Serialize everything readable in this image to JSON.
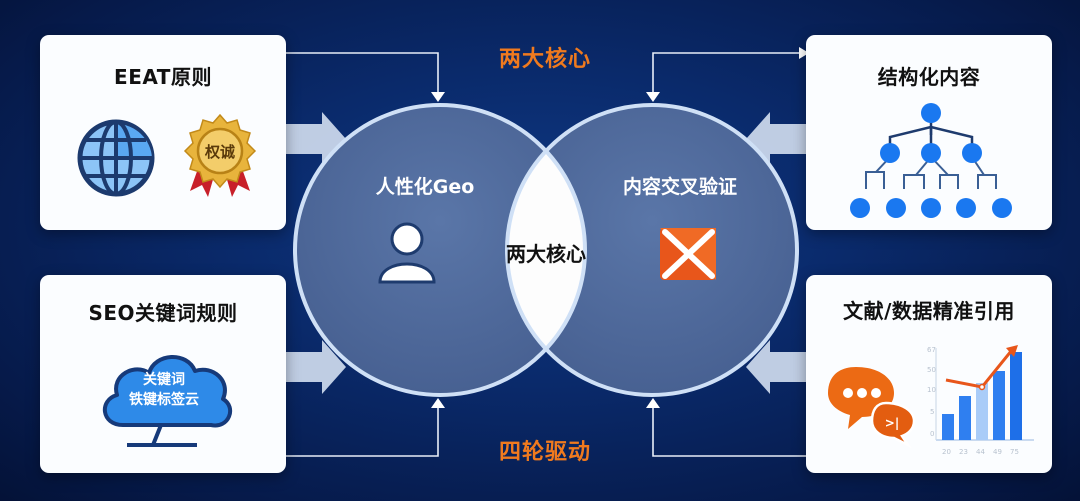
{
  "diagram": {
    "top_headline": "两大核心",
    "bottom_headline": "四轮驱动",
    "venn": {
      "left_circle_label": "人性化Geo",
      "right_circle_label": "内容交叉验证",
      "intersection_label": "两大核心",
      "left_icon": "user-icon",
      "right_icon": "cross-mark-icon"
    },
    "cards": [
      {
        "id": "eeat",
        "title": "EEAT原则",
        "icons": [
          "globe-icon",
          "award-medal-icon"
        ],
        "medal_text": "权诚"
      },
      {
        "id": "seo",
        "title": "SEO关键词规则",
        "icons": [
          "cloud-icon"
        ],
        "cloud_text_line1": "关键词",
        "cloud_text_line2": "铁键标签云"
      },
      {
        "id": "structured",
        "title": "结构化内容",
        "icons": [
          "tree-hierarchy-icon"
        ]
      },
      {
        "id": "citation",
        "title": "文献/数据精准引用",
        "icons": [
          "chat-bubbles-icon",
          "bar-chart-icon"
        ],
        "chart": {
          "x_ticks": [
            "20",
            "23",
            "44",
            "49",
            "75"
          ],
          "y_ticks": [
            "0",
            "5",
            "10",
            "50",
            "67"
          ],
          "bar_values": [
            3,
            5,
            6.5,
            8,
            11
          ]
        }
      }
    ],
    "colors": {
      "background": "#0a2a6b",
      "accent_orange": "#f07a1e",
      "circle_fill": "#4e6a9c",
      "circle_stroke": "#c9dcf5",
      "bar_blue": "#2f7ff0",
      "bar_light": "#a9ccf8"
    }
  }
}
